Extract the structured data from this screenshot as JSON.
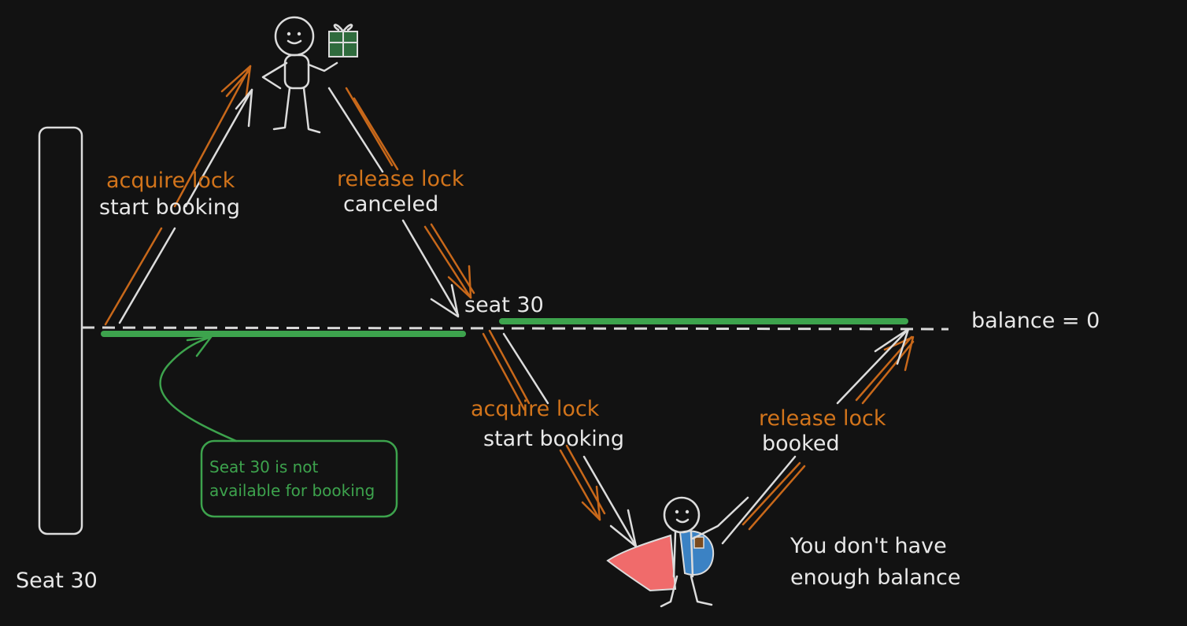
{
  "labels": {
    "seat_caption": "Seat 30",
    "seat_top": "seat 30",
    "balance": "balance = 0",
    "step1_lock": "acquire lock",
    "step1_action": "start booking",
    "step2_lock": "release lock",
    "step2_action": "canceled",
    "step3_lock": "acquire lock",
    "step3_action": "start booking",
    "step4_lock": "release lock",
    "step4_action": "booked",
    "note_line1": "Seat 30 is not",
    "note_line2": "available for booking",
    "message_line1": "You don't have",
    "message_line2": "enough balance"
  },
  "colors": {
    "background": "#121212",
    "lock": "#d2741b",
    "action": "#e8e8e8",
    "locked_segment": "#3da34d",
    "cape": "#f06b6b",
    "bag": "#3b82c4",
    "gift": "#2f6b3d"
  },
  "icons": [
    "stick-figure-with-gift-icon",
    "stick-figure-superhero-icon",
    "gift-box-icon"
  ]
}
